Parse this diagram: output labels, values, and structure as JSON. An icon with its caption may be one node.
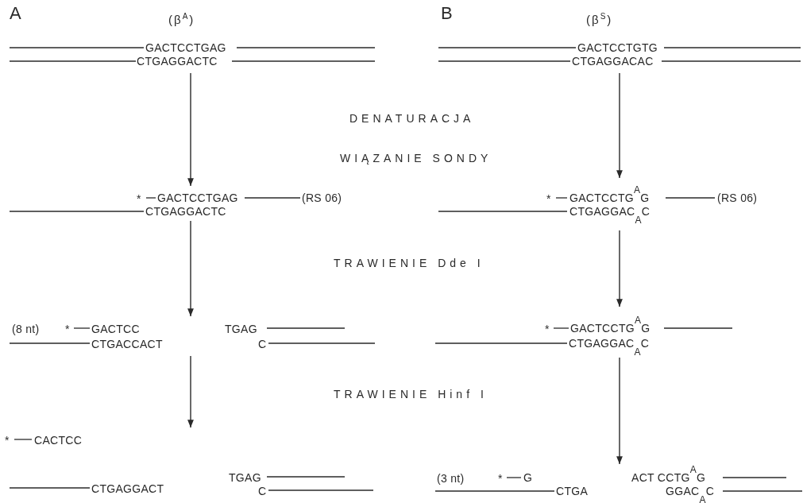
{
  "diagram": {
    "nodes": [
      {
        "text": [
          "GACTCCTGAG",
          "CTGAGGACTC"
        ]
      },
      {
        "text": [
          "GACTCCTGTG",
          "CTGAGGACAC"
        ]
      },
      {
        "text": [
          "*",
          "GACTCCTGAG",
          "(RS 06)",
          "CTGAGGACTC"
        ]
      },
      {
        "text": [
          "*",
          "GACTCCTG$^{A}$G",
          "(RS 06)",
          "CTGAGGAC$_{A}$C"
        ]
      },
      {
        "text": [
          "(8 nt)",
          "*",
          "GACTCC",
          "CTGACCACT",
          "TGAG",
          "C"
        ]
      },
      {
        "text": [
          "*",
          "GACTCCTG$^{A}$G",
          "CTGAGGAC$_{A}$C"
        ]
      },
      {
        "text": [
          "*",
          "CACTCC",
          "CTGAGGACT",
          "TGAG",
          "C"
        ]
      },
      {
        "text": [
          "(3 nt)",
          "*",
          "G",
          "CTGA",
          "ACT CCTG$^{A}$G",
          "GGAC$_{A}$C"
        ]
      }
    ],
    "edges": [
      {
        "from": 0,
        "to": 2,
        "arrow": "to"
      },
      {
        "from": 1,
        "to": 3,
        "arrow": "to"
      },
      {
        "from": 2,
        "to": 4,
        "arrow": "to"
      },
      {
        "from": 3,
        "to": 5,
        "arrow": "to"
      },
      {
        "from": 4,
        "to": 6,
        "arrow": "to"
      },
      {
        "from": 5,
        "to": 7,
        "arrow": "to"
      }
    ],
    "labels": [
      "A",
      "(β$^{A}$)",
      "B",
      "(β$^{S}$)",
      "DENATURACJA",
      "WIĄZANIE SONDY",
      "TRAWIENIE Dde I",
      "TRAWIENIE Hinf I"
    ]
  }
}
